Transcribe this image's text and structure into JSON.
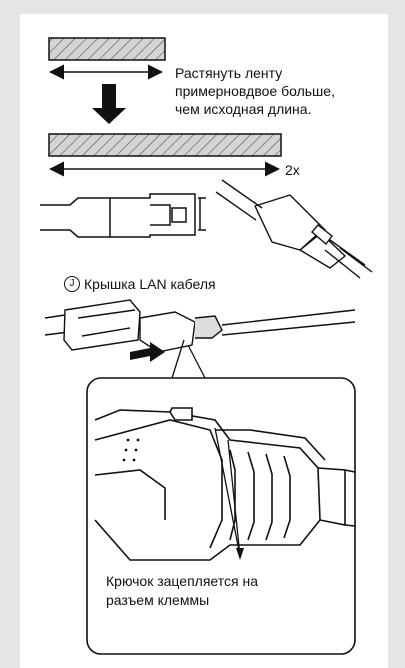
{
  "instructions": {
    "stretch_text": "Растянуть ленту\nпримерновдвое больше,\nчем исходная длина.",
    "scale_label": "2x"
  },
  "part": {
    "letter": "J",
    "label": "Крышка LAN кабеля"
  },
  "callout": {
    "text": "Крючок зацепляется на\nразъем клеммы"
  },
  "colors": {
    "background": "#e6e6e6",
    "page": "#ffffff",
    "ink": "#111111",
    "hatch_fill": "#cfcfcf"
  },
  "icons": [
    "arrow-down-icon",
    "double-arrow-icon",
    "push-arrow-icon"
  ]
}
